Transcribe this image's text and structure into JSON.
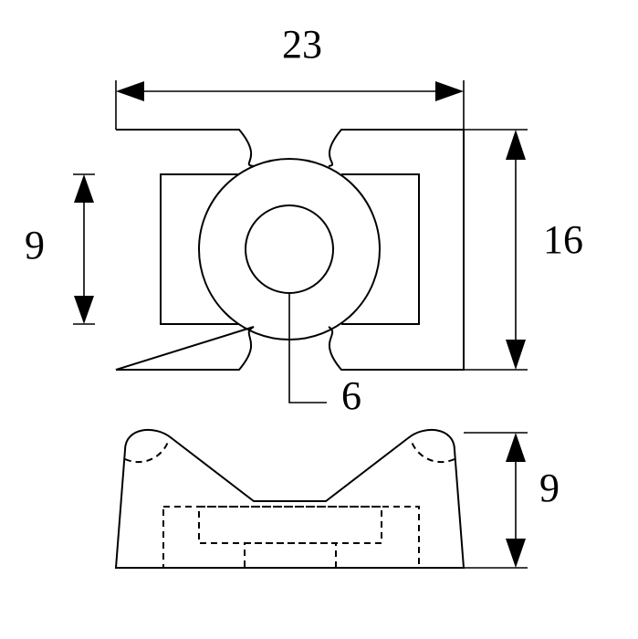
{
  "dimensions": {
    "width_top": "23",
    "height_right": "16",
    "inner_height_left": "9",
    "hole_diameter": "6",
    "side_height": "9"
  },
  "colors": {
    "line": "#000000",
    "background": "#ffffff"
  }
}
